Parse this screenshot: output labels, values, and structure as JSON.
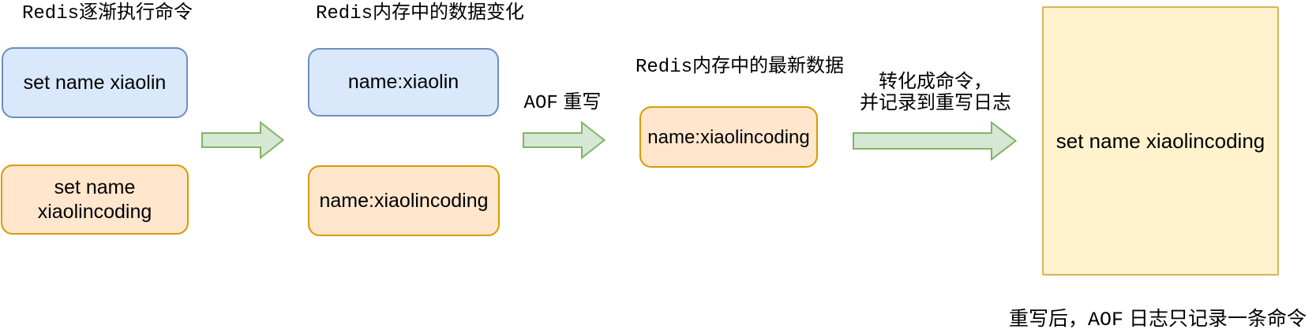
{
  "palette": {
    "canvas_bg": "#ffffff",
    "text_color": "#000000",
    "blue_fill": "#dae8fc",
    "blue_stroke": "#6c8ebf",
    "orange_fill": "#ffe6cc",
    "orange_stroke": "#d79b00",
    "yellow_fill": "#fff2cc",
    "yellow_stroke": "#d6b656",
    "green_fill": "#d5e8d4",
    "green_stroke": "#82b366"
  },
  "step1": {
    "title_mono": "Redis",
    "title_text": "逐渐执行命令",
    "box_blue": "set name xiaolin",
    "box_orange": "set name xiaolincoding"
  },
  "step2": {
    "title_mono": "Redis",
    "title_text": "内存中的数据变化",
    "box_blue": "name:xiaolin",
    "box_orange": "name:xiaolincoding"
  },
  "step3": {
    "title_mono": "Redis",
    "title_text": "内存中的最新数据",
    "box_orange": "name:xiaolincoding"
  },
  "rewrite_label": {
    "mono": "AOF",
    "text": " 重写"
  },
  "convert_label": {
    "line1": "转化成命令，",
    "line2": "并记录到重写日志"
  },
  "aof_log_box": {
    "text": "set name xiaolincoding"
  },
  "footer": {
    "part1": "重写后，",
    "mono": "AOF",
    "part2": " 日志只记录一条命令"
  }
}
